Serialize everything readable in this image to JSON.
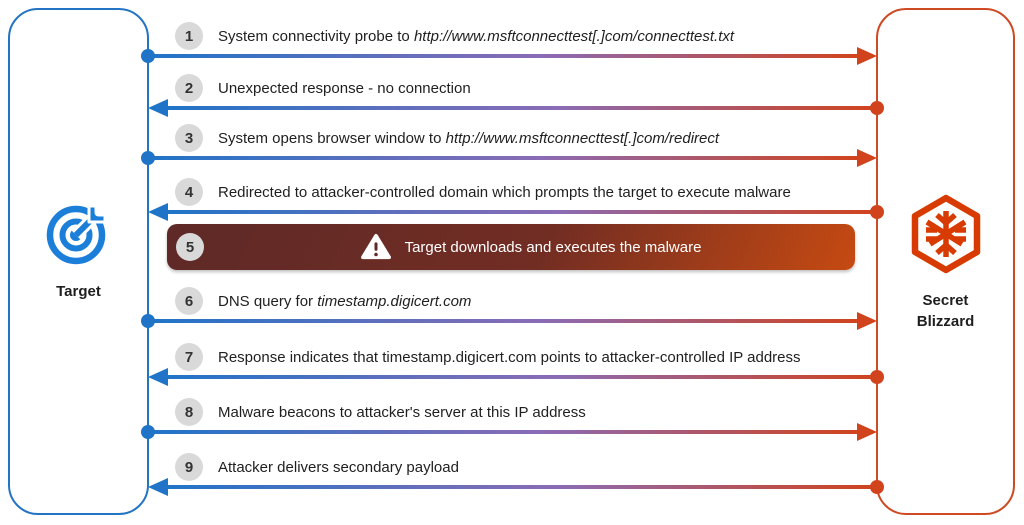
{
  "title": "Secret Blizzard attack chain diagram",
  "entities": {
    "target": {
      "label": "Target"
    },
    "secret_blizzard": {
      "label_line1": "Secret",
      "label_line2": "Blizzard"
    }
  },
  "colors": {
    "target_blue": "#1f74c8",
    "target_icon_blue": "#1b7fd9",
    "attacker_red": "#d1431c",
    "attacker_icon_red": "#d83b01",
    "arrow_gradient_mid": "#8a6bb5",
    "banner_dark": "#5e2927",
    "banner_orange": "#c64a12",
    "number_circle_gray": "#d9d9d9"
  },
  "steps": [
    {
      "num": "1",
      "direction": "right",
      "segments": [
        {
          "text": "System connectivity probe to ",
          "italic": false
        },
        {
          "text": "http://www.msftconnecttest[.]com/connecttest.txt",
          "italic": true
        }
      ]
    },
    {
      "num": "2",
      "direction": "left",
      "segments": [
        {
          "text": "Unexpected response - no connection",
          "italic": false
        }
      ]
    },
    {
      "num": "3",
      "direction": "right",
      "segments": [
        {
          "text": "System opens browser window to ",
          "italic": false
        },
        {
          "text": "http://www.msftconnecttest[.]com/redirect",
          "italic": true
        }
      ]
    },
    {
      "num": "4",
      "direction": "left",
      "segments": [
        {
          "text": "Redirected to attacker-controlled domain which prompts the target to execute malware",
          "italic": false
        }
      ]
    },
    {
      "num": "5",
      "direction": "banner",
      "icon": "warning-triangle-icon",
      "segments": [
        {
          "text": "Target downloads and executes the malware",
          "italic": false
        }
      ]
    },
    {
      "num": "6",
      "direction": "right",
      "segments": [
        {
          "text": "DNS query for ",
          "italic": false
        },
        {
          "text": "timestamp.digicert.com",
          "italic": true
        }
      ]
    },
    {
      "num": "7",
      "direction": "left",
      "segments": [
        {
          "text": "Response indicates that timestamp.digicert.com points to attacker-controlled IP address",
          "italic": false
        }
      ]
    },
    {
      "num": "8",
      "direction": "right",
      "segments": [
        {
          "text": "Malware beacons to attacker's server at this IP address",
          "italic": false
        }
      ]
    },
    {
      "num": "9",
      "direction": "left",
      "segments": [
        {
          "text": "Attacker delivers secondary payload",
          "italic": false
        }
      ]
    }
  ]
}
